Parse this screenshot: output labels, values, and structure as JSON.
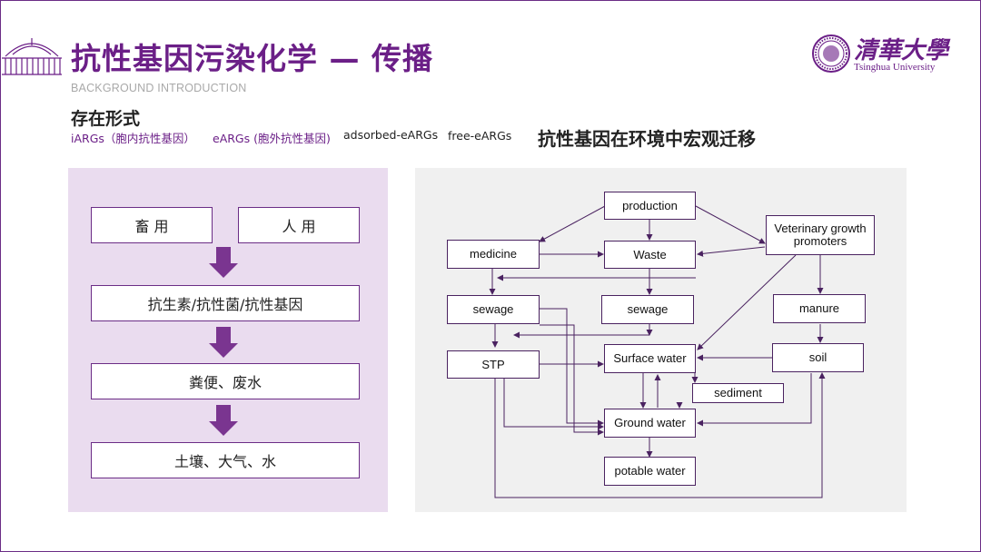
{
  "header": {
    "title": "抗性基因污染化学 — 传播",
    "subtitle": "BACKGROUND INTRODUCTION",
    "university_cn": "清華大學",
    "university_en": "Tsinghua University"
  },
  "forms_section": {
    "heading": "存在形式",
    "items": [
      "iARGs（胞内抗性基因）",
      "eARGs (胞外抗性基因)",
      "adsorbed-eARGs",
      "free-eARGs"
    ]
  },
  "macro_heading": "抗性基因在环境中宏观迁移",
  "left_flow": {
    "sources": [
      "畜 用",
      "人 用"
    ],
    "steps": [
      "抗生素/抗性菌/抗性基因",
      "粪便、废水",
      "土壤、大气、水"
    ]
  },
  "right_flow": {
    "nodes": {
      "production": "production",
      "medicine": "medicine",
      "waste": "Waste",
      "veterinary": "Veterinary growth promoters",
      "sewage_left": "sewage",
      "sewage_mid": "sewage",
      "manure": "manure",
      "stp": "STP",
      "surface_water": "Surface water",
      "soil": "soil",
      "sediment": "sediment",
      "ground_water": "Ground water",
      "potable_water": "potable water"
    }
  },
  "colors": {
    "brand_purple": "#6b1f87",
    "panel_lavender": "#eadcef",
    "panel_gray": "#f0f0f0",
    "arrow_purple": "#7a3590"
  }
}
